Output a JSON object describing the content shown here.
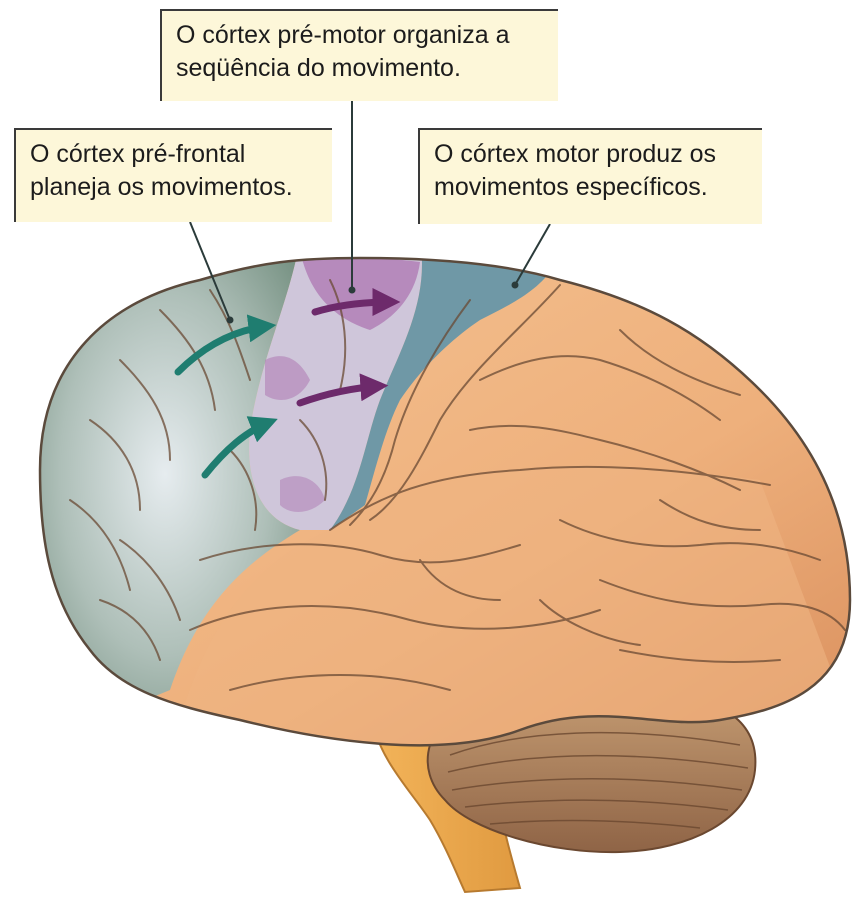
{
  "callouts": {
    "premotor": {
      "line1": "O córtex pré-motor organiza a",
      "line2": "seqüência do movimento."
    },
    "prefrontal": {
      "line1": "O córtex pré-frontal",
      "line2": "planeja os movimentos."
    },
    "motor": {
      "line1": "O córtex motor produz os",
      "line2": "movimentos específicos."
    }
  },
  "colors": {
    "prefrontal_region": "#8fa69a",
    "premotor_region": "#b17fb6",
    "motor_region": "#6f98a6",
    "brain_orange": "#efb482",
    "cerebellum": "#b48863",
    "arrow_teal": "#1f7d70",
    "arrow_purple": "#6d2a6b",
    "callout_bg": "#fdf7d9"
  }
}
